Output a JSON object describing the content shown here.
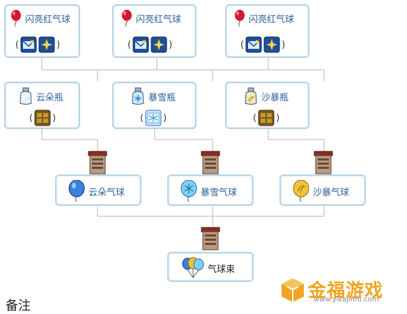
{
  "tier1": [
    {
      "name": "闪亮红气球",
      "icon": "red-balloon-icon"
    },
    {
      "name": "闪亮红气球",
      "icon": "red-balloon-icon"
    },
    {
      "name": "闪亮红气球",
      "icon": "red-balloon-icon"
    }
  ],
  "tier1_slots": [
    "blue-envelope-icon",
    "gold-star-icon"
  ],
  "tier2": [
    {
      "name": "云朵瓶",
      "icon": "cloud-bottle-icon",
      "slot": "golden-crate-icon"
    },
    {
      "name": "暴雪瓶",
      "icon": "blizzard-bottle-icon",
      "slot": "frozen-crate-icon"
    },
    {
      "name": "沙暴瓶",
      "icon": "sandstorm-bottle-icon",
      "slot": "golden-crate-icon"
    }
  ],
  "tier3": [
    {
      "name": "云朵气球",
      "icon": "cloud-balloon-icon"
    },
    {
      "name": "暴雪气球",
      "icon": "blizzard-balloon-icon"
    },
    {
      "name": "沙暴气球",
      "icon": "sandstorm-balloon-icon"
    }
  ],
  "final": {
    "name": "气球束",
    "icon": "bundle-of-balloons-icon"
  },
  "station_icon": "tinkerers-workshop-icon",
  "paren_open": "(",
  "paren_close": ")",
  "footer": "备注",
  "watermark": {
    "title": "金福游戏",
    "url": "www.yikajinfu.com"
  },
  "colors": {
    "card_border": "#b9d4e6",
    "label": "#2f5f9e",
    "line": "#b5b5b5",
    "watermark": "#f0a522"
  }
}
